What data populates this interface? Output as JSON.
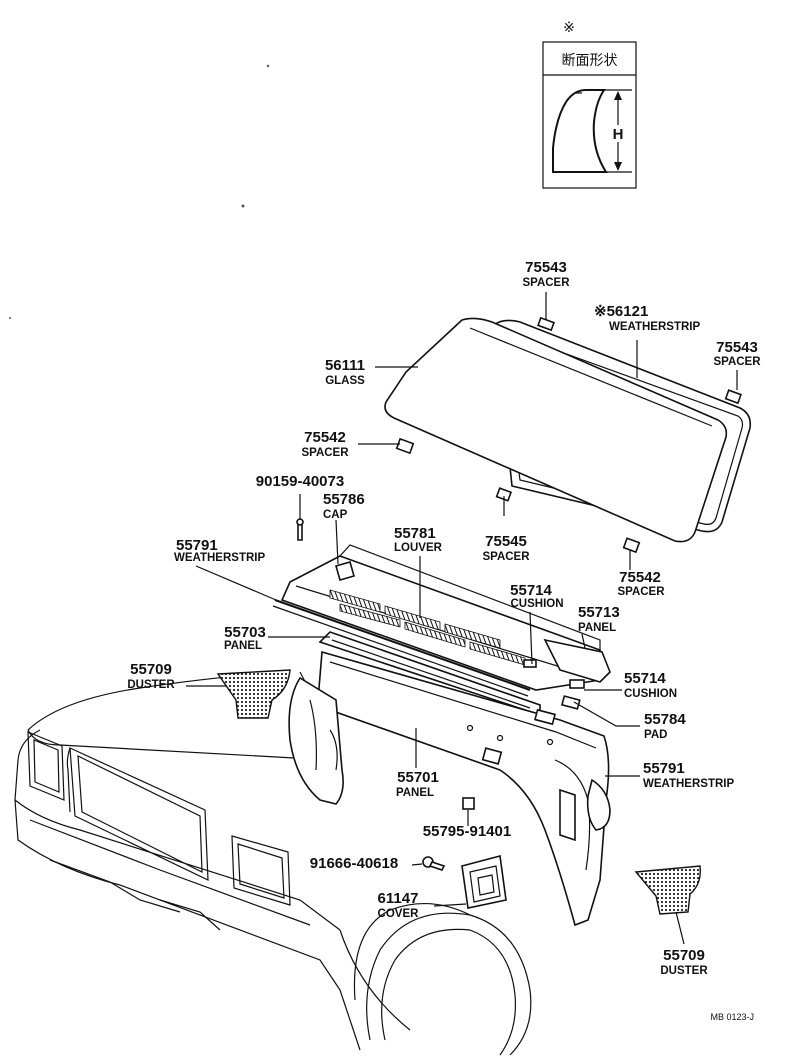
{
  "inset": {
    "symbol": "※",
    "title": "断面形状",
    "dimension": "H"
  },
  "parts": [
    {
      "id": "p1",
      "number": "75543",
      "name": "SPACER"
    },
    {
      "id": "p2",
      "number": "※56121",
      "name": "WEATHERSTRIP"
    },
    {
      "id": "p3",
      "number": "75543",
      "name": "SPACER"
    },
    {
      "id": "p4",
      "number": "56111",
      "name": "GLASS"
    },
    {
      "id": "p5",
      "number": "75542",
      "name": "SPACER"
    },
    {
      "id": "p6",
      "number": "90159-40073",
      "name": ""
    },
    {
      "id": "p7",
      "number": "55786",
      "name": "CAP"
    },
    {
      "id": "p8",
      "number": "55781",
      "name": "LOUVER"
    },
    {
      "id": "p9",
      "number": "75545",
      "name": "SPACER"
    },
    {
      "id": "p10",
      "number": "55791",
      "name": "WEATHERSTRIP"
    },
    {
      "id": "p11",
      "number": "75542",
      "name": "SPACER"
    },
    {
      "id": "p12",
      "number": "55714",
      "name": "CUSHION"
    },
    {
      "id": "p13",
      "number": "55713",
      "name": "PANEL"
    },
    {
      "id": "p14",
      "number": "55703",
      "name": "PANEL"
    },
    {
      "id": "p15",
      "number": "55709",
      "name": "DUSTER"
    },
    {
      "id": "p16",
      "number": "55714",
      "name": "CUSHION"
    },
    {
      "id": "p17",
      "number": "55784",
      "name": "PAD"
    },
    {
      "id": "p18",
      "number": "55701",
      "name": "PANEL"
    },
    {
      "id": "p19",
      "number": "55791",
      "name": "WEATHERSTRIP"
    },
    {
      "id": "p20",
      "number": "55795-91401",
      "name": ""
    },
    {
      "id": "p21",
      "number": "91666-40618",
      "name": ""
    },
    {
      "id": "p22",
      "number": "61147",
      "name": "COVER"
    },
    {
      "id": "p23",
      "number": "55709",
      "name": "DUSTER"
    }
  ],
  "footer": {
    "code": "MB 0123-J"
  }
}
